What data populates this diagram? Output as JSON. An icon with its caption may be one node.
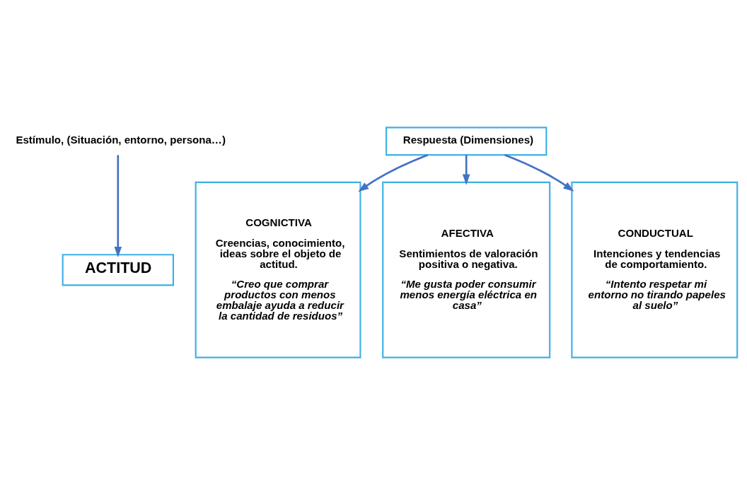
{
  "diagram": {
    "nodes": [
      {
        "text": [
          "Estímulo, (Situación, entorno, persona…)"
        ]
      },
      {
        "text": [
          "ACTITUD"
        ]
      },
      {
        "text": [
          "Respuesta (Dimensiones)"
        ]
      },
      {
        "text": [
          "COGNICTIVA",
          "Creencias, conocimiento, ideas sobre el objeto de actitud.",
          "“Creo que comprar productos con menos embalaje ayuda a reducir la cantidad de residuos”"
        ]
      },
      {
        "text": [
          "AFECTIVA",
          "Sentimientos de valoración positiva o negativa.",
          "“Me gusta poder consumir menos energía eléctrica en casa”"
        ]
      },
      {
        "text": [
          "CONDUCTUAL",
          "Intenciones y tendencias de comportamiento.",
          "“Intento respetar mi entorno no tirando papeles al suelo”"
        ]
      }
    ],
    "edges": [
      {
        "from": 0,
        "to": 1,
        "arrow": "to"
      },
      {
        "from": 2,
        "to": 3,
        "arrow": "to"
      },
      {
        "from": 2,
        "to": 4,
        "arrow": "to"
      },
      {
        "from": 2,
        "to": 5,
        "arrow": "to"
      }
    ]
  }
}
